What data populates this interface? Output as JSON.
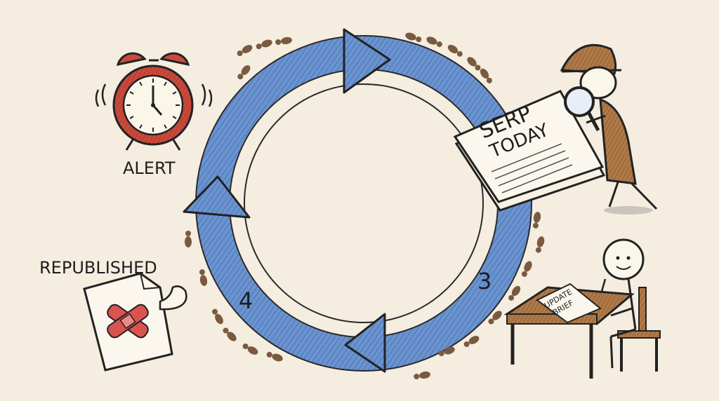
{
  "labels": {
    "alert": "ALERT",
    "republished": "REPUBLISHED",
    "newspaper_line1": "SERP",
    "newspaper_line2": "TODAY",
    "brief_line1": "UPDATE",
    "brief_line2": "BRIEF",
    "step3": "3",
    "step4": "4"
  },
  "colors": {
    "background": "#f4ede0",
    "cycle_arrow": "#5b86c6",
    "footprints": "#7a5a3f",
    "clock_body": "#c0392b",
    "detective_coat": "#a0703e",
    "desk": "#8b5a3c",
    "bandage": "#d9534f"
  },
  "icons": {
    "alert": "alarm-clock-icon",
    "detective": "detective-with-magnifying-glass-icon",
    "writer": "person-writing-at-desk-icon",
    "republished": "patched-document-with-flexed-arm-icon"
  }
}
